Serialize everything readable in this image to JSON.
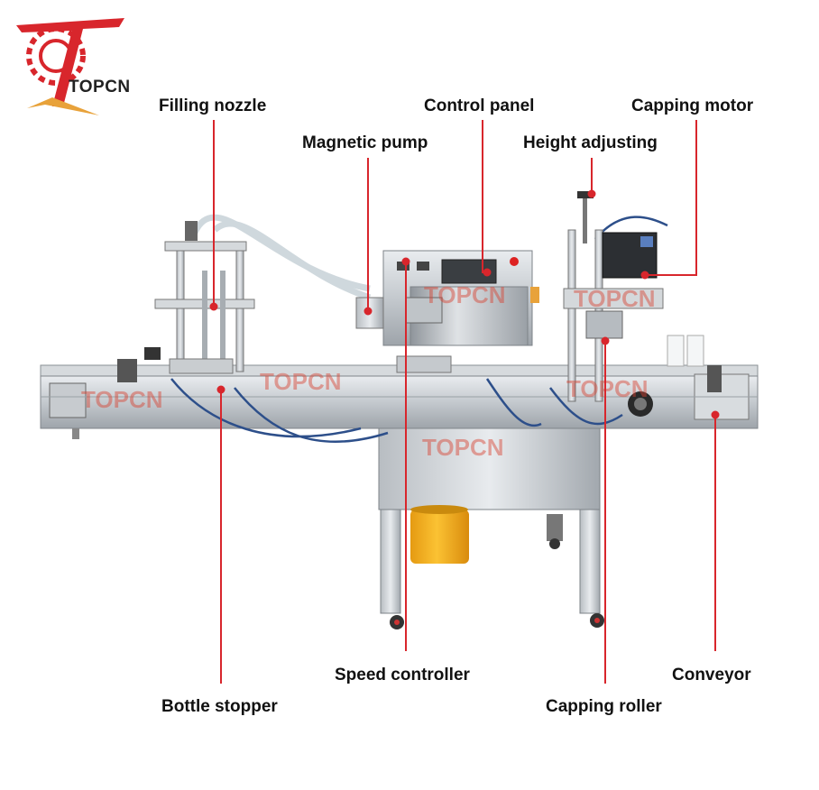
{
  "brand": {
    "name": "TOPCN",
    "watermark": "TOPCN",
    "accent_color": "#d8262c"
  },
  "callouts": {
    "filling_nozzle": "Filling nozzle",
    "magnetic_pump": "Magnetic pump",
    "control_panel": "Control panel",
    "height_adjusting": "Height adjusting",
    "capping_motor": "Capping motor",
    "speed_controller": "Speed controller",
    "bottle_stopper": "Bottle stopper",
    "capping_roller": "Capping roller",
    "conveyor": "Conveyor"
  }
}
